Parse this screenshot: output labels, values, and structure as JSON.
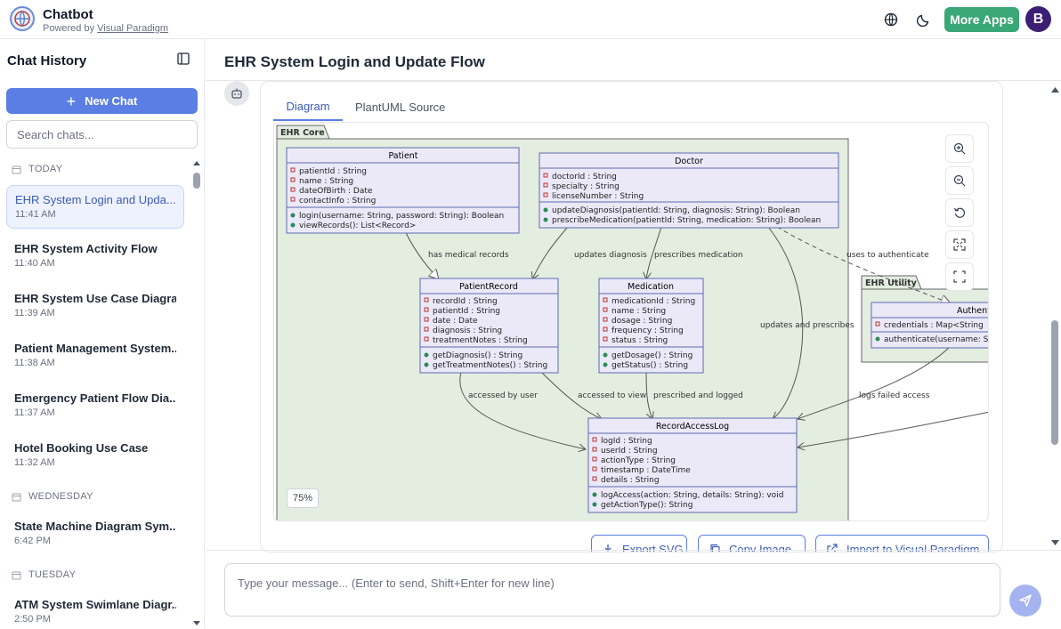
{
  "app": {
    "title": "Chatbot",
    "powered_prefix": "Powered by",
    "powered_link": "Visual Paradigm",
    "more_apps": "More Apps",
    "avatar_letter": "B"
  },
  "sidebar": {
    "title": "Chat History",
    "new_chat": "New Chat",
    "search_placeholder": "Search chats...",
    "groups": [
      {
        "label": "TODAY"
      },
      {
        "label": "WEDNESDAY"
      },
      {
        "label": "TUESDAY"
      }
    ],
    "items": [
      {
        "title": "EHR System Login and Upda...",
        "time": "11:41 AM",
        "active": true
      },
      {
        "title": "EHR System Activity Flow",
        "time": "11:40 AM"
      },
      {
        "title": "EHR System Use Case Diagram",
        "time": "11:39 AM"
      },
      {
        "title": "Patient Management System...",
        "time": "11:38 AM"
      },
      {
        "title": "Emergency Patient Flow Dia...",
        "time": "11:37 AM"
      },
      {
        "title": "Hotel Booking Use Case",
        "time": "11:32 AM"
      },
      {
        "title": "State Machine Diagram Sym...",
        "time": "6:42 PM"
      },
      {
        "title": "ATM System Swimlane Diagr...",
        "time": "2:50 PM"
      }
    ]
  },
  "main": {
    "title": "EHR System Login and Update Flow",
    "tabs": [
      "Diagram",
      "PlantUML Source"
    ],
    "zoom": "75%",
    "actions": [
      "Export SVG",
      "Copy Image",
      "Import to Visual Paradigm"
    ],
    "input_placeholder": "Type your message... (Enter to send, Shift+Enter for new line)"
  },
  "diagram": {
    "packages": [
      "EHR Core",
      "EHR Utility"
    ],
    "classes": {
      "patient": {
        "name": "Patient",
        "attrs": [
          "patientId : String",
          "name : String",
          "dateOfBirth : Date",
          "contactInfo : String"
        ],
        "ops": [
          "login(username: String, password: String): Boolean",
          "viewRecords(): List<Record>"
        ]
      },
      "doctor": {
        "name": "Doctor",
        "attrs": [
          "doctorId : String",
          "specialty : String",
          "licenseNumber : String"
        ],
        "ops": [
          "updateDiagnosis(patientId: String, diagnosis: String): Boolean",
          "prescribeMedication(patientId: String, medication: String): Boolean"
        ]
      },
      "record": {
        "name": "PatientRecord",
        "attrs": [
          "recordId : String",
          "patientId : String",
          "date : Date",
          "diagnosis : String",
          "treatmentNotes : String"
        ],
        "ops": [
          "getDiagnosis() : String",
          "getTreatmentNotes() : String"
        ]
      },
      "med": {
        "name": "Medication",
        "attrs": [
          "medicationId : String",
          "name : String",
          "dosage : String",
          "frequency : String",
          "status : String"
        ],
        "ops": [
          "getDosage() : String",
          "getStatus() : String"
        ]
      },
      "log": {
        "name": "RecordAccessLog",
        "attrs": [
          "logId : String",
          "userId : String",
          "actionType : String",
          "timestamp : DateTime",
          "details : String"
        ],
        "ops": [
          "logAccess(action: String, details: String): void",
          "getActionType(): String"
        ]
      },
      "auth": {
        "name": "Authent",
        "attrs": [
          "credentials : Map<String"
        ],
        "ops": [
          "authenticate(username: S"
        ]
      }
    },
    "edge_labels": [
      "has medical records",
      "updates diagnosis",
      "prescribes medication",
      "uses to authenticate",
      "updates and prescribes",
      "accessed by user",
      "accessed to view",
      "prescribed and logged",
      "logs failed access"
    ]
  },
  "colors": {
    "accent": "#5b7ee5",
    "more_apps": "#3aa776",
    "avatar": "#3b1f75",
    "package_fill": "#e3ede0",
    "class_fill": "#ebe9f8",
    "class_border": "#5e6ab0"
  },
  "icons": [
    "globe-icon",
    "moon-icon",
    "sidebar-toggle-icon",
    "calendar-icon",
    "robot-icon",
    "zoom-in-icon",
    "zoom-out-icon",
    "reset-icon",
    "fit-icon",
    "fullscreen-icon",
    "download-icon",
    "copy-icon",
    "external-link-icon",
    "send-icon"
  ]
}
